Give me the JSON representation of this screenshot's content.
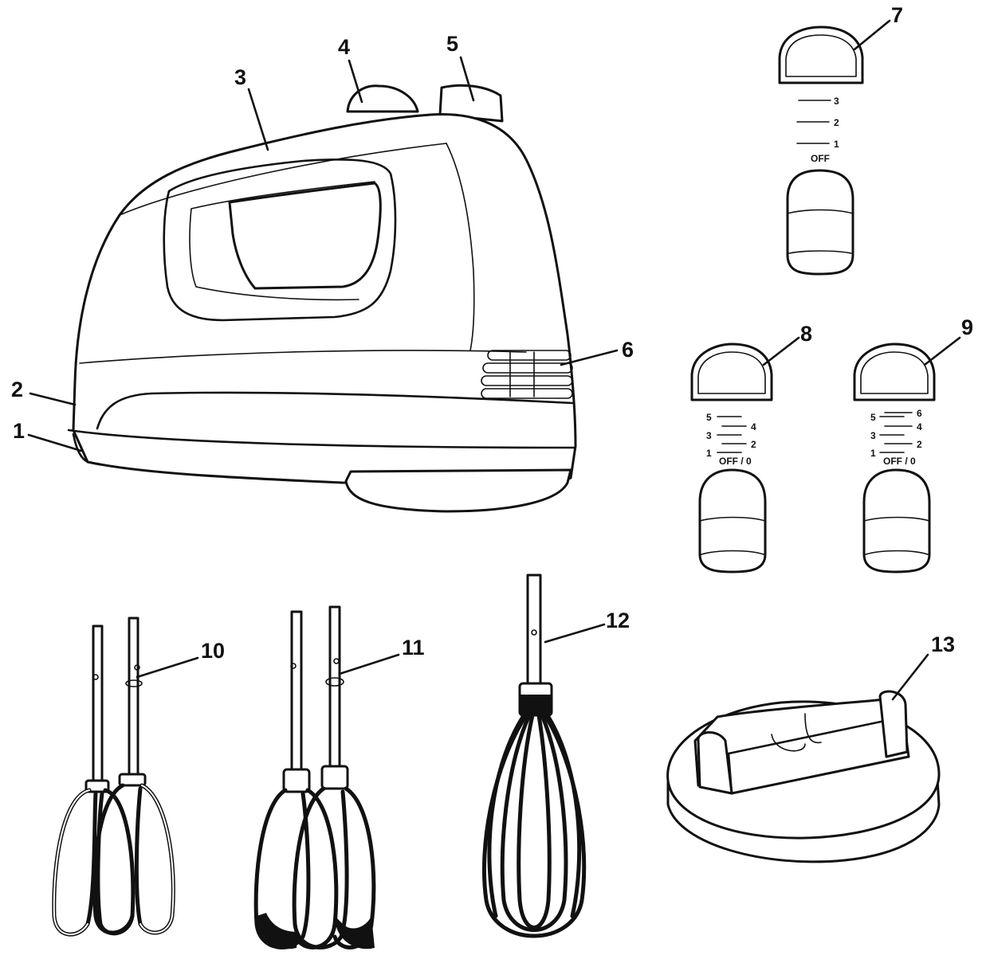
{
  "callouts": {
    "c1": "1",
    "c2": "2",
    "c3": "3",
    "c4": "4",
    "c5": "5",
    "c6": "6",
    "c7": "7",
    "c8": "8",
    "c9": "9",
    "c10": "10",
    "c11": "11",
    "c12": "12",
    "c13": "13"
  },
  "speed_control_3": {
    "marks": [
      "3",
      "2",
      "1"
    ],
    "off_label": "OFF"
  },
  "speed_control_5": {
    "left_marks": [
      "5",
      "3",
      "1"
    ],
    "right_marks": [
      "4",
      "2"
    ],
    "off_label": "OFF / 0"
  },
  "speed_control_6": {
    "left_marks": [
      "5",
      "3",
      "1"
    ],
    "right_marks": [
      "6",
      "4",
      "2"
    ],
    "off_label": "OFF / 0"
  },
  "colors": {
    "line": "#111111",
    "fill": "#ffffff"
  }
}
